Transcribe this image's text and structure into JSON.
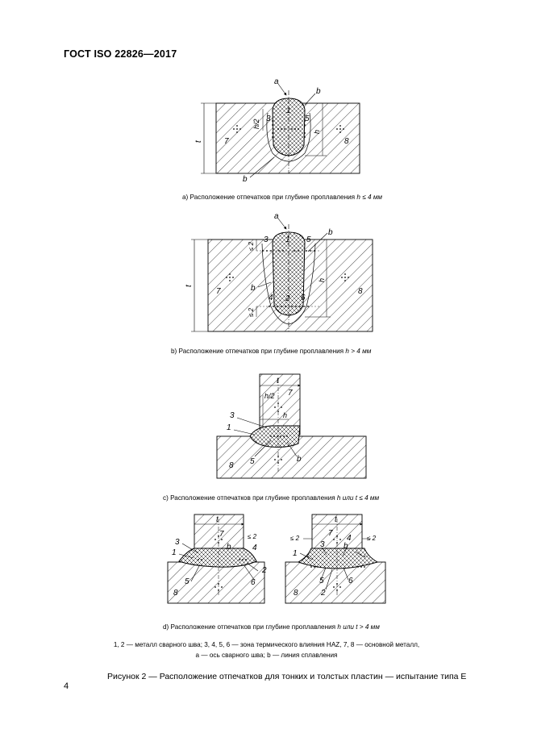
{
  "header": {
    "doc_code": "ГОСТ ISO 22826—2017"
  },
  "figures": {
    "a": {
      "caption_prefix": "a) Расположение отпечатков при глубине проплавления ",
      "caption_cond": "h ≤ 4 мм",
      "labels": {
        "axis": "a",
        "fusion_top": "b",
        "fusion_bottom": "b",
        "n1": "1",
        "n3": "3",
        "n5": "5",
        "n7": "7",
        "n8": "8",
        "half_h": "h/2",
        "h": "h",
        "t": "t"
      }
    },
    "b": {
      "caption_prefix": "b) Расположение отпечатков при глубине проплавления ",
      "caption_cond": "h > 4 мм",
      "labels": {
        "axis": "a",
        "fusion_right": "b",
        "fusion_left": "b",
        "n1": "1",
        "n2": "2",
        "n3": "3",
        "n4": "4",
        "n5": "5",
        "n6": "6",
        "n7": "7",
        "n8": "8",
        "le2_top": "≤ 2",
        "le2_bottom": "≤ 2",
        "h": "h",
        "t": "t"
      }
    },
    "c": {
      "caption_prefix": "c) Расположение отпечатков при глубине проплавления ",
      "caption_cond": "h или t ≤ 4 мм",
      "labels": {
        "t": "t",
        "half_h": "h/2",
        "n7": "7",
        "n3": "3",
        "n1": "1",
        "h": "h",
        "n5": "5",
        "b": "b",
        "n8": "8"
      }
    },
    "d": {
      "caption_prefix": "d) Расположение отпечатков при глубине проплавления ",
      "caption_cond": "h или t > 4 мм",
      "left": {
        "t": "t",
        "n7": "7",
        "n3": "3",
        "n1": "1",
        "b": "b",
        "n4": "4",
        "le2": "≤ 2",
        "n5": "5",
        "n6": "6",
        "n2": "2",
        "n8": "8"
      },
      "right": {
        "t": "t",
        "n7": "7",
        "n3": "3",
        "n4": "4",
        "n1": "1",
        "b": "b",
        "le2_left": "≤ 2",
        "le2_right": "≤ 2",
        "n5": "5",
        "n6": "6",
        "n2": "2",
        "n8": "8"
      }
    }
  },
  "legend": {
    "line1": "1, 2 — металл сварного шва; 3, 4, 5, 6 — зона термического влияния HAZ, 7, 8 — основной металл,",
    "line2": "a — ось сварного шва; b — линия сплавления"
  },
  "figure_title": "Рисунок 2 — Расположение отпечатков для тонких и толстых пластин — испытание типа E",
  "page_number": "4"
}
